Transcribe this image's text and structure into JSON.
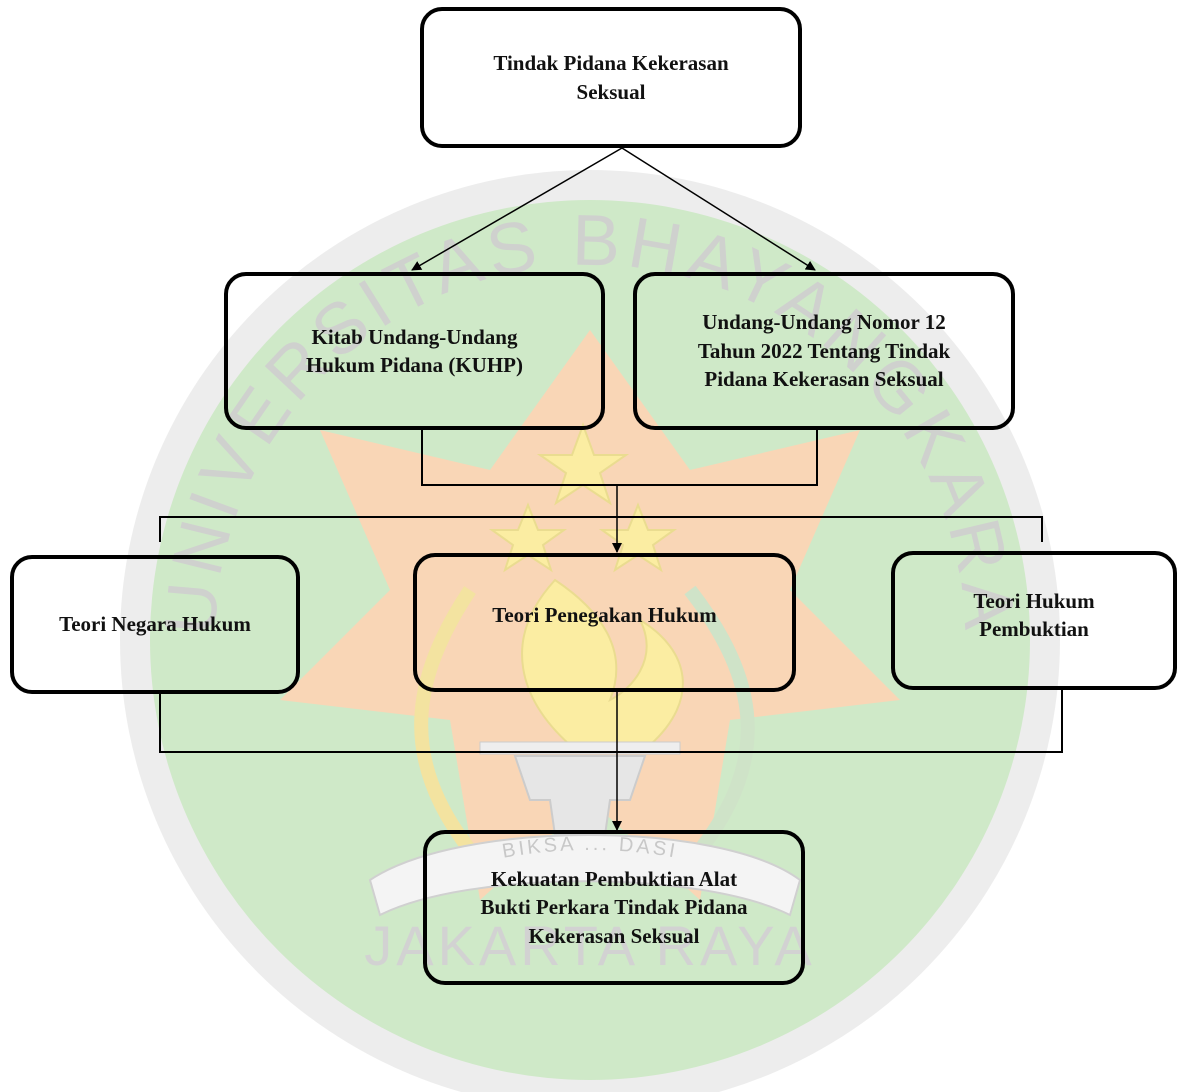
{
  "diagram": {
    "root": "Tindak Pidana Kekerasan\nSeksual",
    "legal_basis": [
      "Kitab Undang-Undang\nHukum Pidana (KUHP)",
      "Undang-Undang Nomor 12\nTahun 2022 Tentang Tindak\nPidana Kekerasan Seksual"
    ],
    "theories": [
      "Teori Negara Hukum",
      "Teori Penegakan Hukum",
      "Teori Hukum\nPembuktian"
    ],
    "conclusion": "Kekuatan Pembuktian Alat\nBukti Perkara Tindak Pidana\nKekerasan Seksual"
  },
  "watermark": {
    "top_text": "UNIVERSITAS BHAYANGKARA",
    "ribbon_text": "BIKSA ... DASI",
    "bottom_text": "JAKARTA RAYA",
    "colors": {
      "green": "#b8dcb0",
      "orange": "#f7c9a0",
      "yellow": "#fbeea0",
      "gray": "#c8c8c8"
    }
  }
}
